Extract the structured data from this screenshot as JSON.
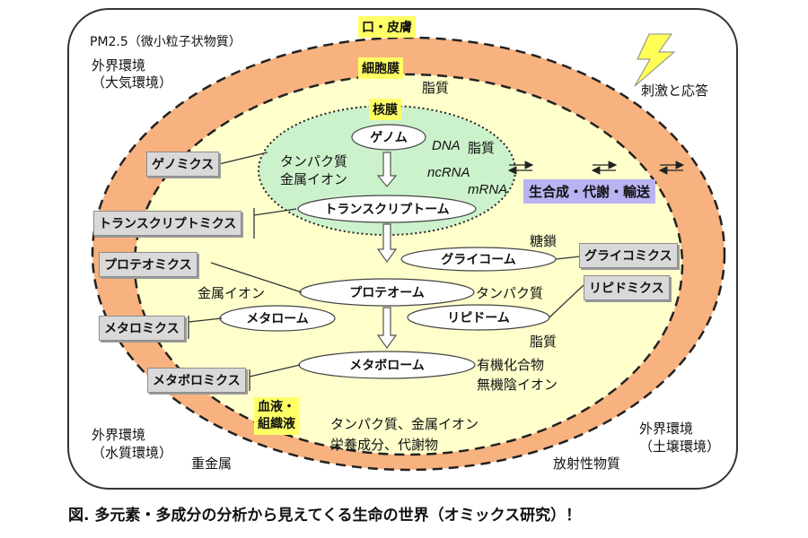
{
  "outer": {
    "pm25": "PM2.5（微小粒子状物質）",
    "atmosphere": "外界環境\n（大気環境）",
    "stimulus": "刺激と応答",
    "water": "外界環境\n（水質環境）",
    "heavy_metal": "重金属",
    "soil": "外界環境\n（土壌環境）",
    "radioactive": "放射性物質"
  },
  "membranes": {
    "mouth_skin": "口・皮膚",
    "cell_membrane": "細胞膜",
    "lipid_top": "脂質",
    "nuclear_membrane": "核膜",
    "blood": "血液・\n組織液",
    "blood_contents": "タンパク質、金属イオン\n栄養成分、代謝物"
  },
  "nucleus": {
    "genome": "ゲノム",
    "dna": "DNA",
    "lipid": "脂質",
    "protein_metal": "タンパク質\n金属イオン",
    "ncrna": "ncRNA",
    "mrna": "mRNA",
    "transcriptome": "トランスクリプトーム"
  },
  "cell": {
    "sugar_chain": "糖鎖",
    "glycome": "グライコーム",
    "metal_ion": "金属イオン",
    "proteome": "プロテオーム",
    "protein": "タンパク質",
    "metallome": "メタローム",
    "lipidome": "リピドーム",
    "lipid": "脂質",
    "metabolome": "メタボローム",
    "metabolome_contents": "有機化合物\n無機陰イオン"
  },
  "omics": {
    "genomics": "ゲノミクス",
    "transcriptomics": "トランスクリプトミクス",
    "proteomics": "プロテオミクス",
    "metallomics": "メタロミクス",
    "metabolomics": "メタボロミクス",
    "glycomics": "グライコミクス",
    "lipidomics": "リピドミクス"
  },
  "synthesis": "生合成・代謝・輸送",
  "caption": "図. 多元素・多成分の分析から見えてくる生命の世界（オミックス研究）！",
  "icons": [
    "lightning-icon",
    "double-arrow-icon"
  ],
  "colors": {
    "outer_ring": "#f7b27f",
    "cell_fill": "#ffffcc",
    "nucleus_fill": "#ccf2cc",
    "yellow_label": "#ffff66",
    "purple_label": "#b9b3f2",
    "gray_label": "#d9d9d9"
  }
}
